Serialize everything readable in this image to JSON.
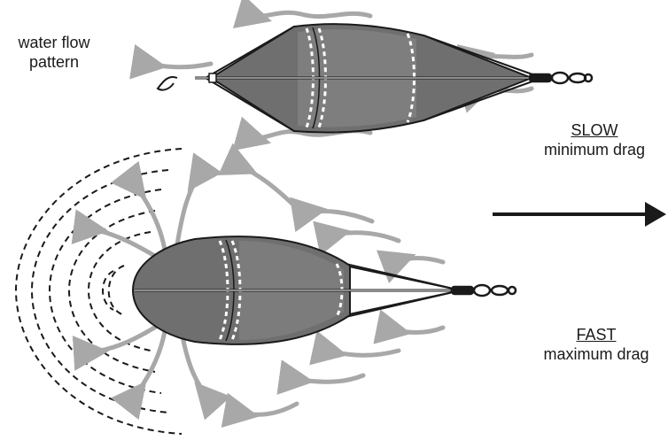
{
  "labels": {
    "flow_line1": "water flow",
    "flow_line2": "pattern",
    "slow_title": "SLOW",
    "slow_sub": "minimum drag",
    "fast_title": "FAST",
    "fast_sub": "maximum drag"
  },
  "colors": {
    "drogue_fill": "#6f6f6f",
    "flow_arrow": "#a8a8a8",
    "outline": "#1a1a1a",
    "band": "#ffffff"
  },
  "icons": {
    "motion_arrow": "arrow-right-icon",
    "flow_arrows": "curved-arrow-icon",
    "swivel": "chain-swivel-icon"
  }
}
